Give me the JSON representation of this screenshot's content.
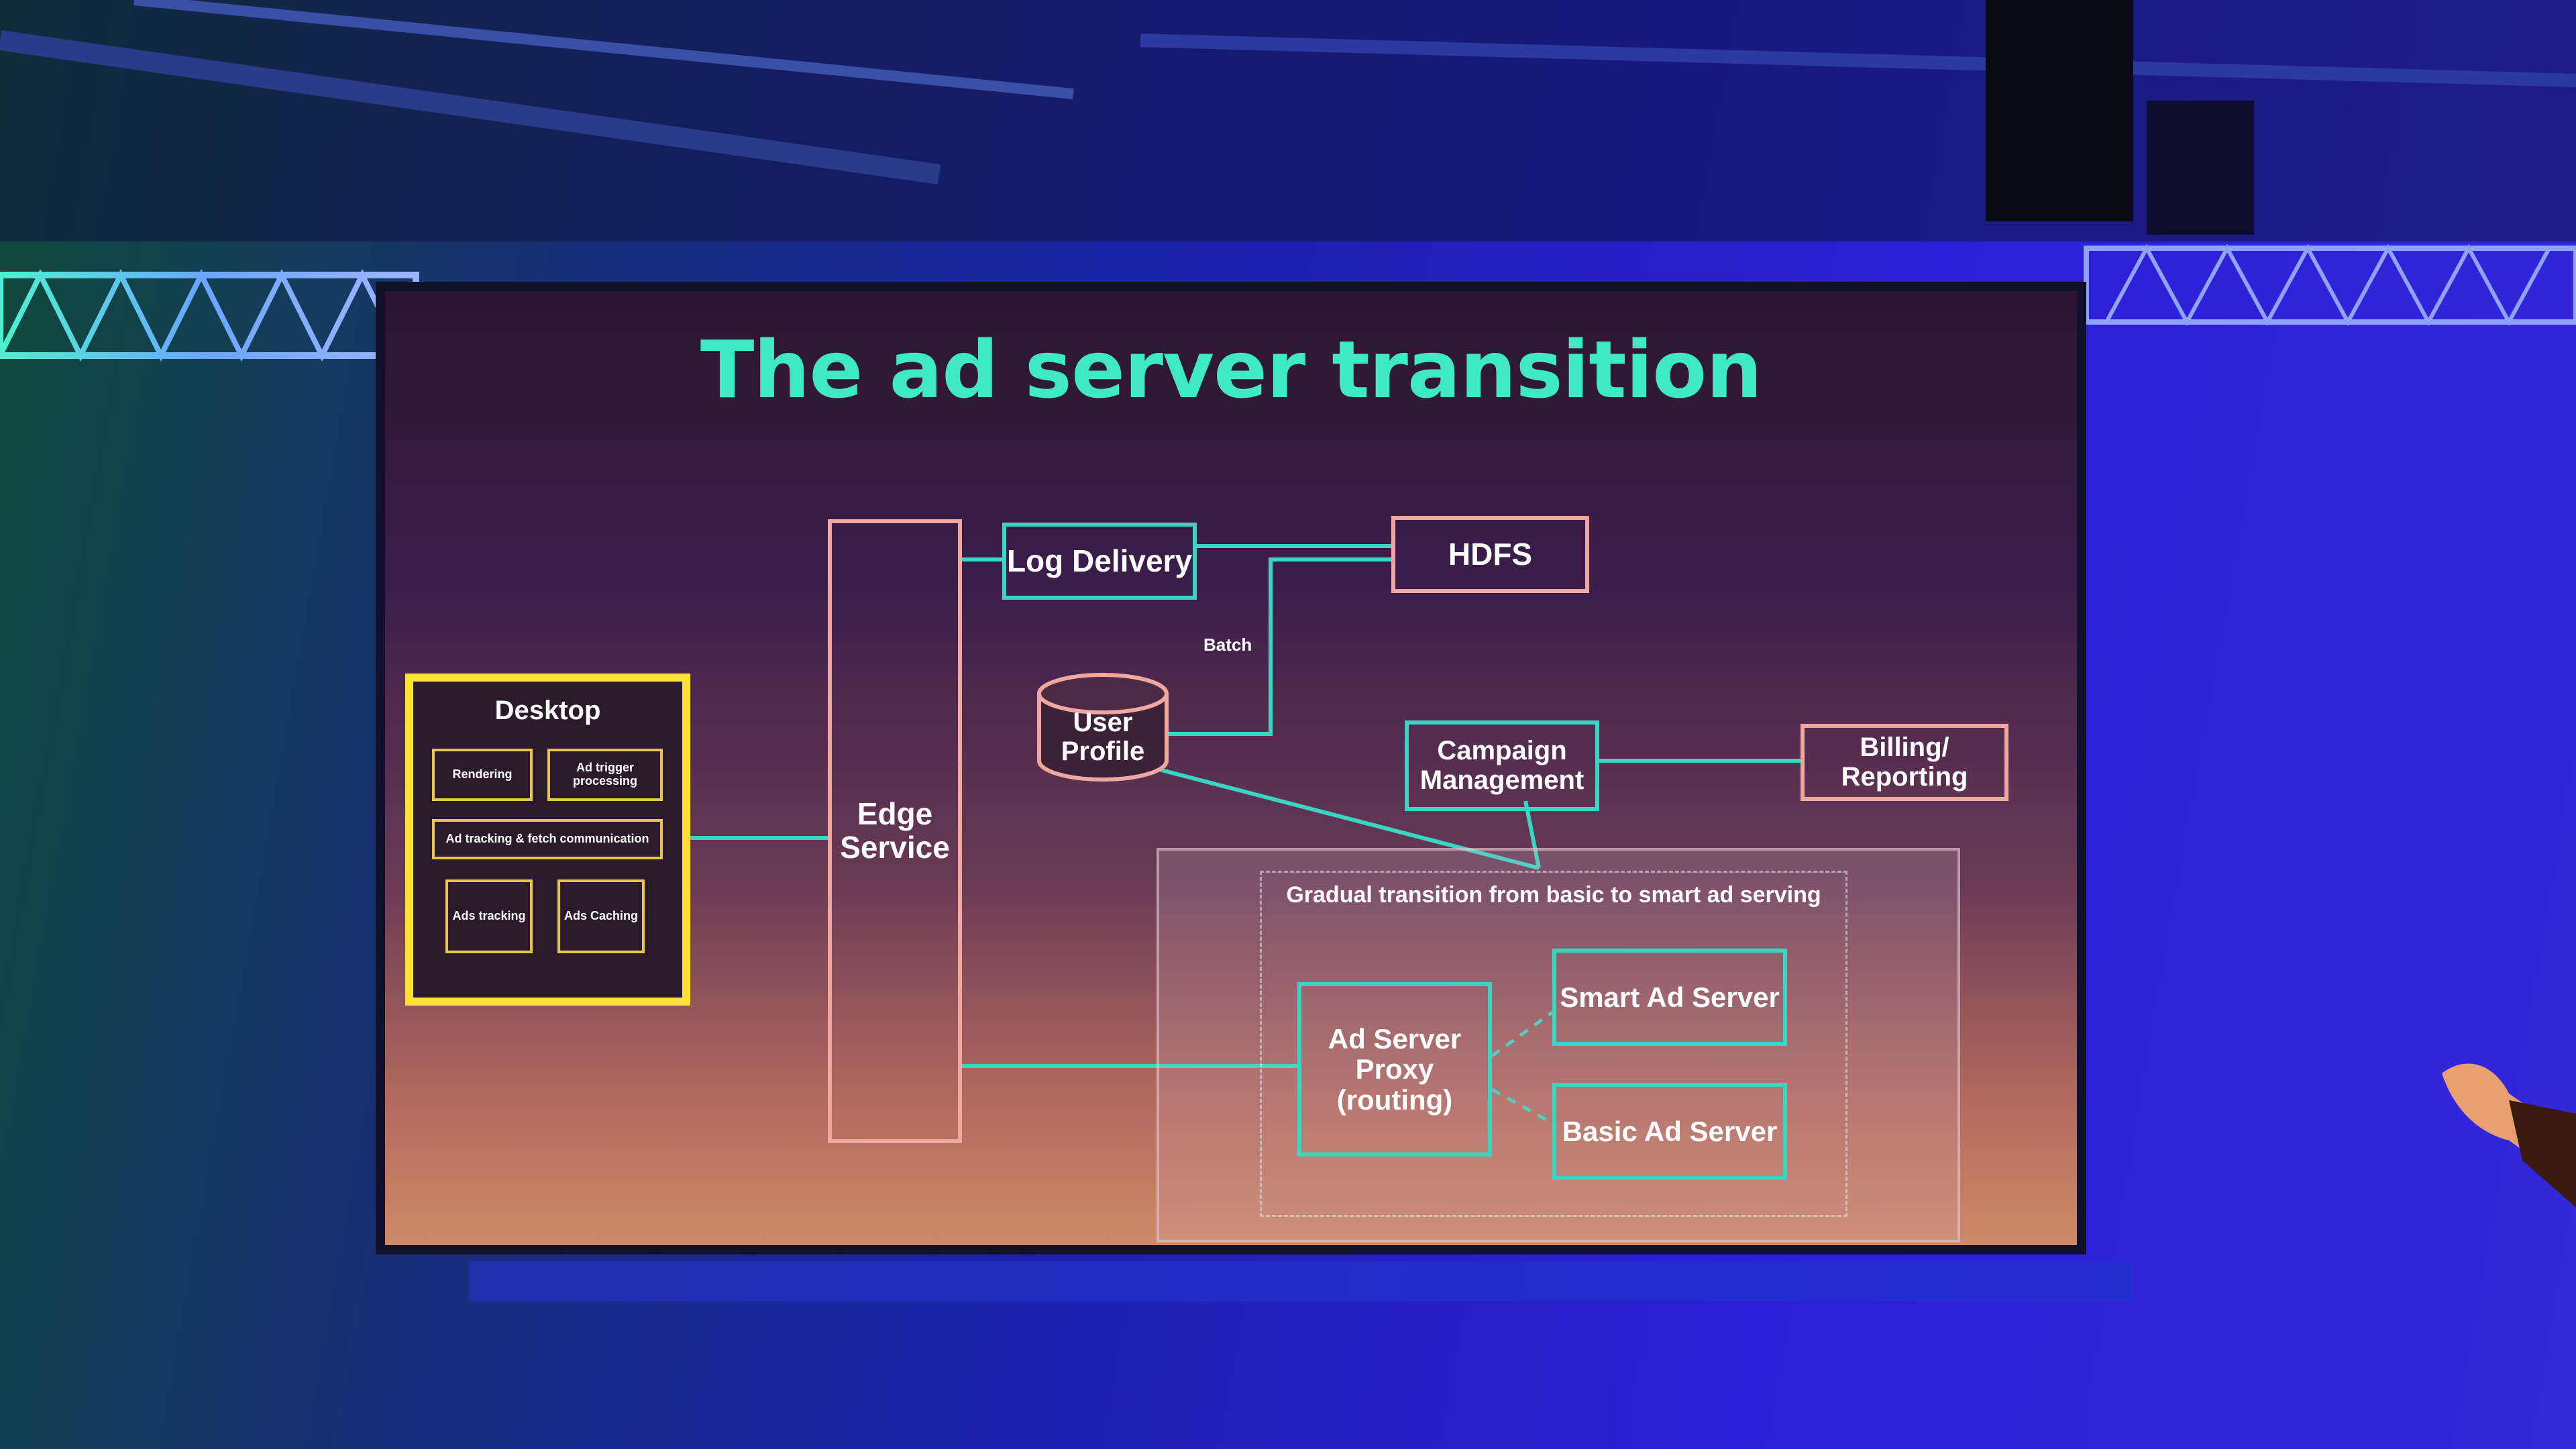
{
  "slide": {
    "title": "The ad server transition",
    "nodes": {
      "desktop": "Desktop",
      "desktop_parts": [
        "Rendering",
        "Ad trigger processing",
        "Ad tracking & fetch communication",
        "Ads tracking",
        "Ads Caching"
      ],
      "edge_service": "Edge Service",
      "log_delivery": "Log Delivery",
      "hdfs": "HDFS",
      "batch": "Batch",
      "user_profile": "User Profile",
      "campaign_management": "Campaign Management",
      "billing_reporting": "Billing/ Reporting",
      "gradual_caption": "Gradual transition from basic to smart ad serving",
      "ad_server_proxy": "Ad Server Proxy (routing)",
      "smart_ad_server": "Smart Ad Server",
      "basic_ad_server": "Basic Ad Server"
    }
  }
}
